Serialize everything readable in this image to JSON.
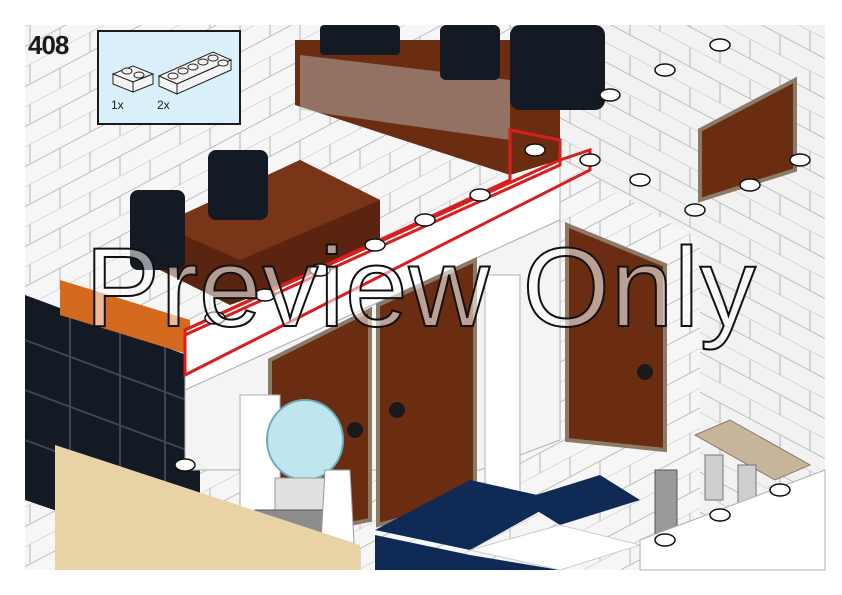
{
  "step": {
    "number": "408"
  },
  "parts_callout": {
    "parts": [
      {
        "name": "brick-1x2-white",
        "quantity": "1x"
      },
      {
        "name": "brick-1x6-white",
        "quantity": "2x"
      }
    ],
    "background": "#d9f0fb"
  },
  "watermark": {
    "text": "Preview Only"
  },
  "colors": {
    "white_brick": "#f4f4f4",
    "reddish_brown": "#6b2d12",
    "dark_orange": "#d46a1e",
    "black": "#141a24",
    "tan": "#e8d3a6",
    "dark_blue": "#0f2a55",
    "highlight": "#d81e1e",
    "callout_bg": "#d9f0fb"
  },
  "icons": [
    "office-chair-icon",
    "door-icon",
    "water-cooler-icon",
    "chess-tile-floor-icon"
  ]
}
